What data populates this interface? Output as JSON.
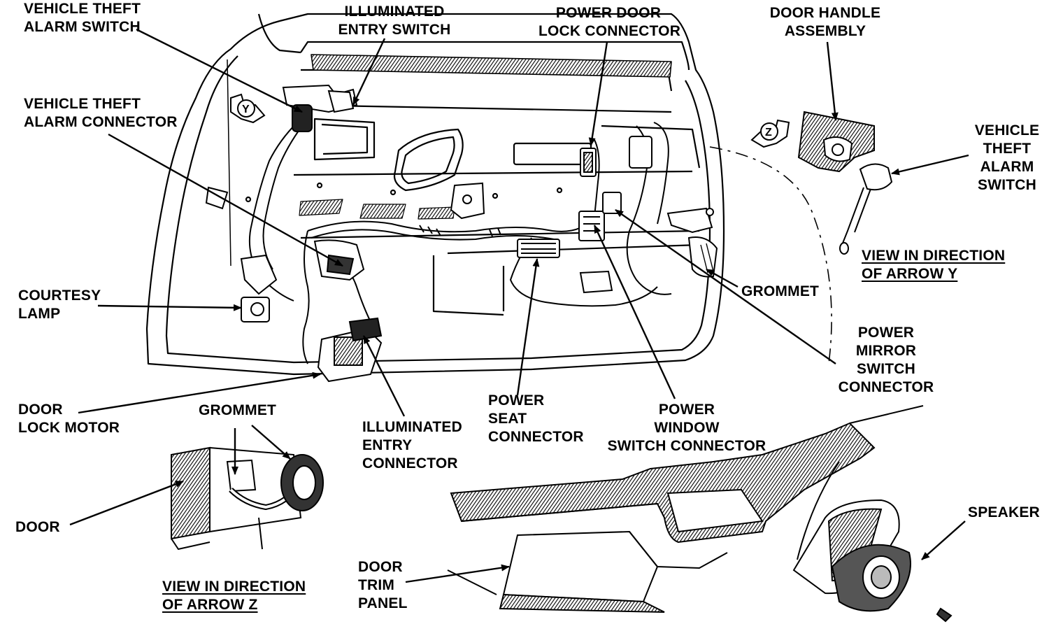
{
  "labels": {
    "vehicle_theft_alarm_switch_top": "VEHICLE THEFT\nALARM SWITCH",
    "illuminated_entry_switch": "ILLUMINATED\nENTRY SWITCH",
    "power_door_lock_connector": "POWER DOOR\nLOCK CONNECTOR",
    "door_handle_assembly": "DOOR HANDLE\nASSEMBLY",
    "vehicle_theft_alarm_connector": "VEHICLE THEFT\nALARM CONNECTOR",
    "vehicle_theft_alarm_switch_right": "VEHICLE\nTHEFT\nALARM\nSWITCH",
    "view_arrow_y": "VIEW IN DIRECTION\nOF ARROW Y",
    "grommet_right": "GROMMET",
    "courtesy_lamp": "COURTESY\nLAMP",
    "power_mirror_switch_connector": "POWER\nMIRROR\nSWITCH\nCONNECTOR",
    "door_lock_motor": "DOOR\nLOCK MOTOR",
    "grommet_bottom": "GROMMET",
    "illuminated_entry_connector": "ILLUMINATED\nENTRY\nCONNECTOR",
    "power_seat_connector": "POWER\nSEAT\nCONNECTOR",
    "power_window_switch_connector": "POWER\nWINDOW\nSWITCH CONNECTOR",
    "speaker": "SPEAKER",
    "door": "DOOR",
    "door_trim_panel": "DOOR\nTRIM\nPANEL",
    "view_arrow_z": "VIEW IN DIRECTION\nOF ARROW Z"
  },
  "arrow_markers": {
    "y": "Y",
    "z": "Z"
  },
  "colors": {
    "ink": "#000000",
    "paper": "#ffffff",
    "hatch": "#555555"
  }
}
